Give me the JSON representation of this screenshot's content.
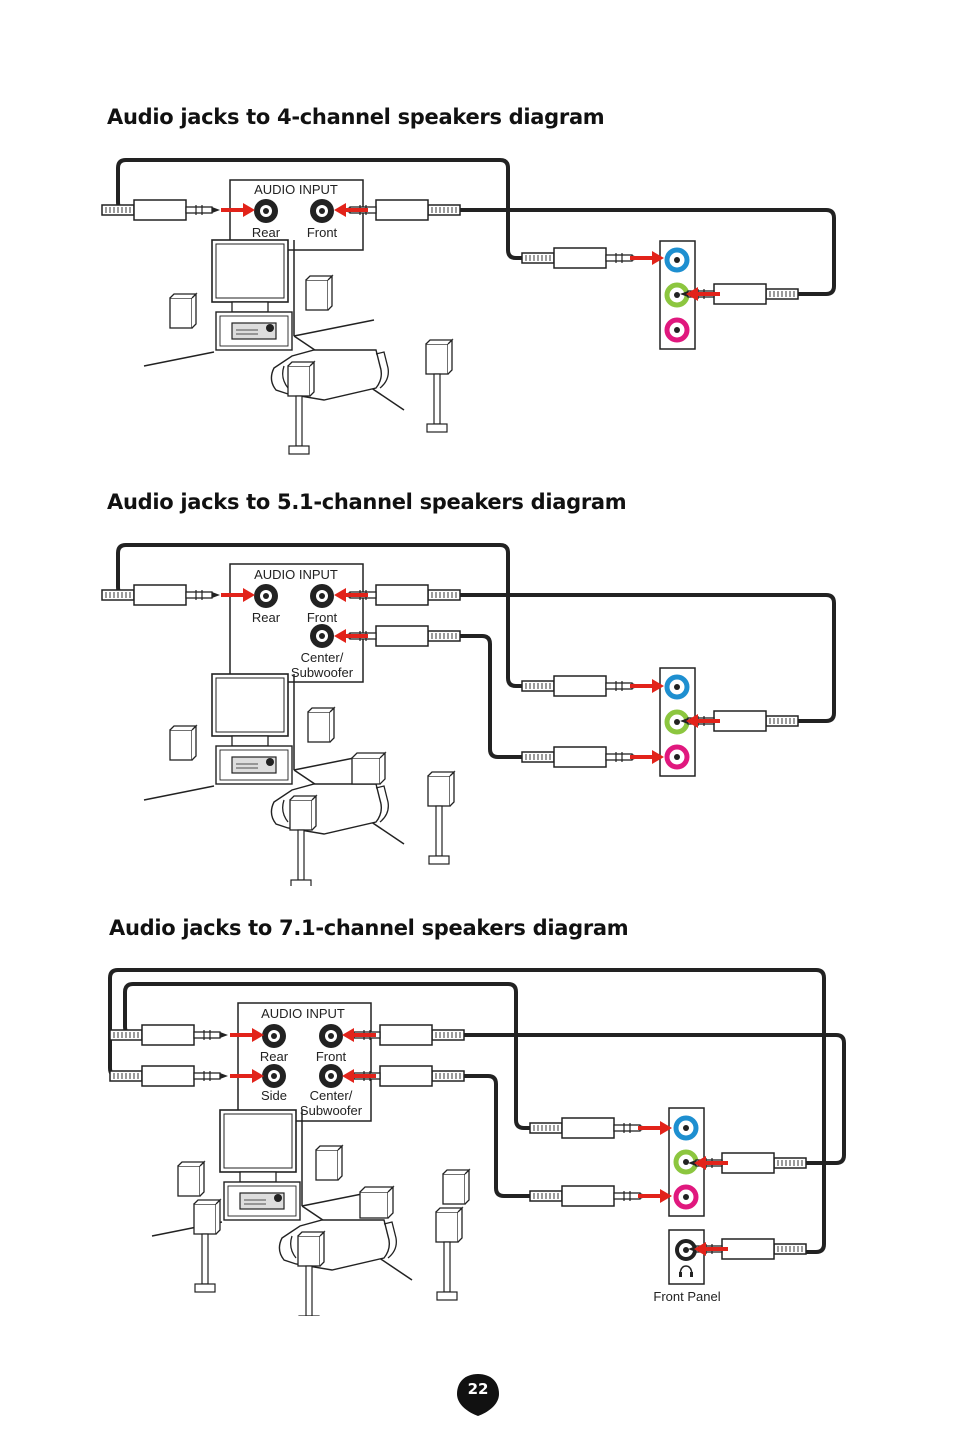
{
  "sections": [
    {
      "title": "Audio jacks to 4-channel speakers diagram",
      "audio_input_label": "AUDIO INPUT",
      "jack_labels": [
        "Rear",
        "Front"
      ]
    },
    {
      "title": "Audio jacks to 5.1-channel speakers diagram",
      "audio_input_label": "AUDIO INPUT",
      "jack_labels": [
        "Rear",
        "Front",
        "Center/",
        "Subwoofer"
      ]
    },
    {
      "title": "Audio jacks to 7.1-channel speakers diagram",
      "audio_input_label": "AUDIO INPUT",
      "jack_labels": [
        "Rear",
        "Front",
        "Side",
        "Center/",
        "Subwoofer"
      ],
      "front_panel_label": "Front Panel"
    }
  ],
  "jack_colors": {
    "blue": "#1e8fd0",
    "green": "#8cc63f",
    "pink": "#e0187e",
    "arrow": "#e2231a"
  },
  "page_number": "22"
}
